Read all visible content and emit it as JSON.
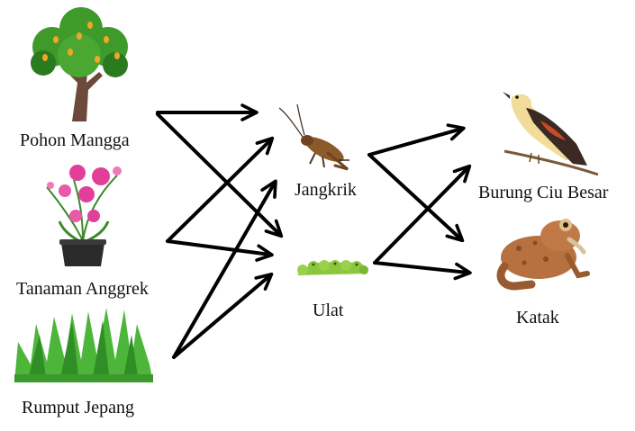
{
  "colors": {
    "arrow": "#000000",
    "leaf": "#3f9a2c",
    "leaf_dark": "#2a7a1e",
    "trunk": "#6b4a3a",
    "mango": "#f2a623",
    "orchid": "#e23f9a",
    "pot": "#2b2b2b",
    "grass": "#4cb53a",
    "cricket": "#8a5a2b",
    "caterpillar": "#8cc63f",
    "bird_body": "#f1dc9a",
    "bird_wing": "#3b2a22",
    "frog": "#b7703f"
  },
  "nodes": {
    "pohon_mangga": {
      "label": "Pohon Mangga",
      "icon": "mango-tree-icon"
    },
    "tanaman_anggrek": {
      "label": "Tanaman Anggrek",
      "icon": "orchid-plant-icon"
    },
    "rumput_jepang": {
      "label": "Rumput Jepang",
      "icon": "grass-icon"
    },
    "jangkrik": {
      "label": "Jangkrik",
      "icon": "cricket-icon"
    },
    "ulat": {
      "label": "Ulat",
      "icon": "caterpillar-icon"
    },
    "burung_ciu_besar": {
      "label": "Burung Ciu Besar",
      "icon": "bird-icon"
    },
    "katak": {
      "label": "Katak",
      "icon": "frog-icon"
    }
  },
  "edges": [
    {
      "from": "pohon_mangga",
      "to": "jangkrik"
    },
    {
      "from": "pohon_mangga",
      "to": "ulat"
    },
    {
      "from": "tanaman_anggrek",
      "to": "jangkrik"
    },
    {
      "from": "tanaman_anggrek",
      "to": "ulat"
    },
    {
      "from": "rumput_jepang",
      "to": "jangkrik"
    },
    {
      "from": "rumput_jepang",
      "to": "ulat"
    },
    {
      "from": "jangkrik",
      "to": "burung_ciu_besar"
    },
    {
      "from": "jangkrik",
      "to": "katak"
    },
    {
      "from": "ulat",
      "to": "burung_ciu_besar"
    },
    {
      "from": "ulat",
      "to": "katak"
    }
  ]
}
